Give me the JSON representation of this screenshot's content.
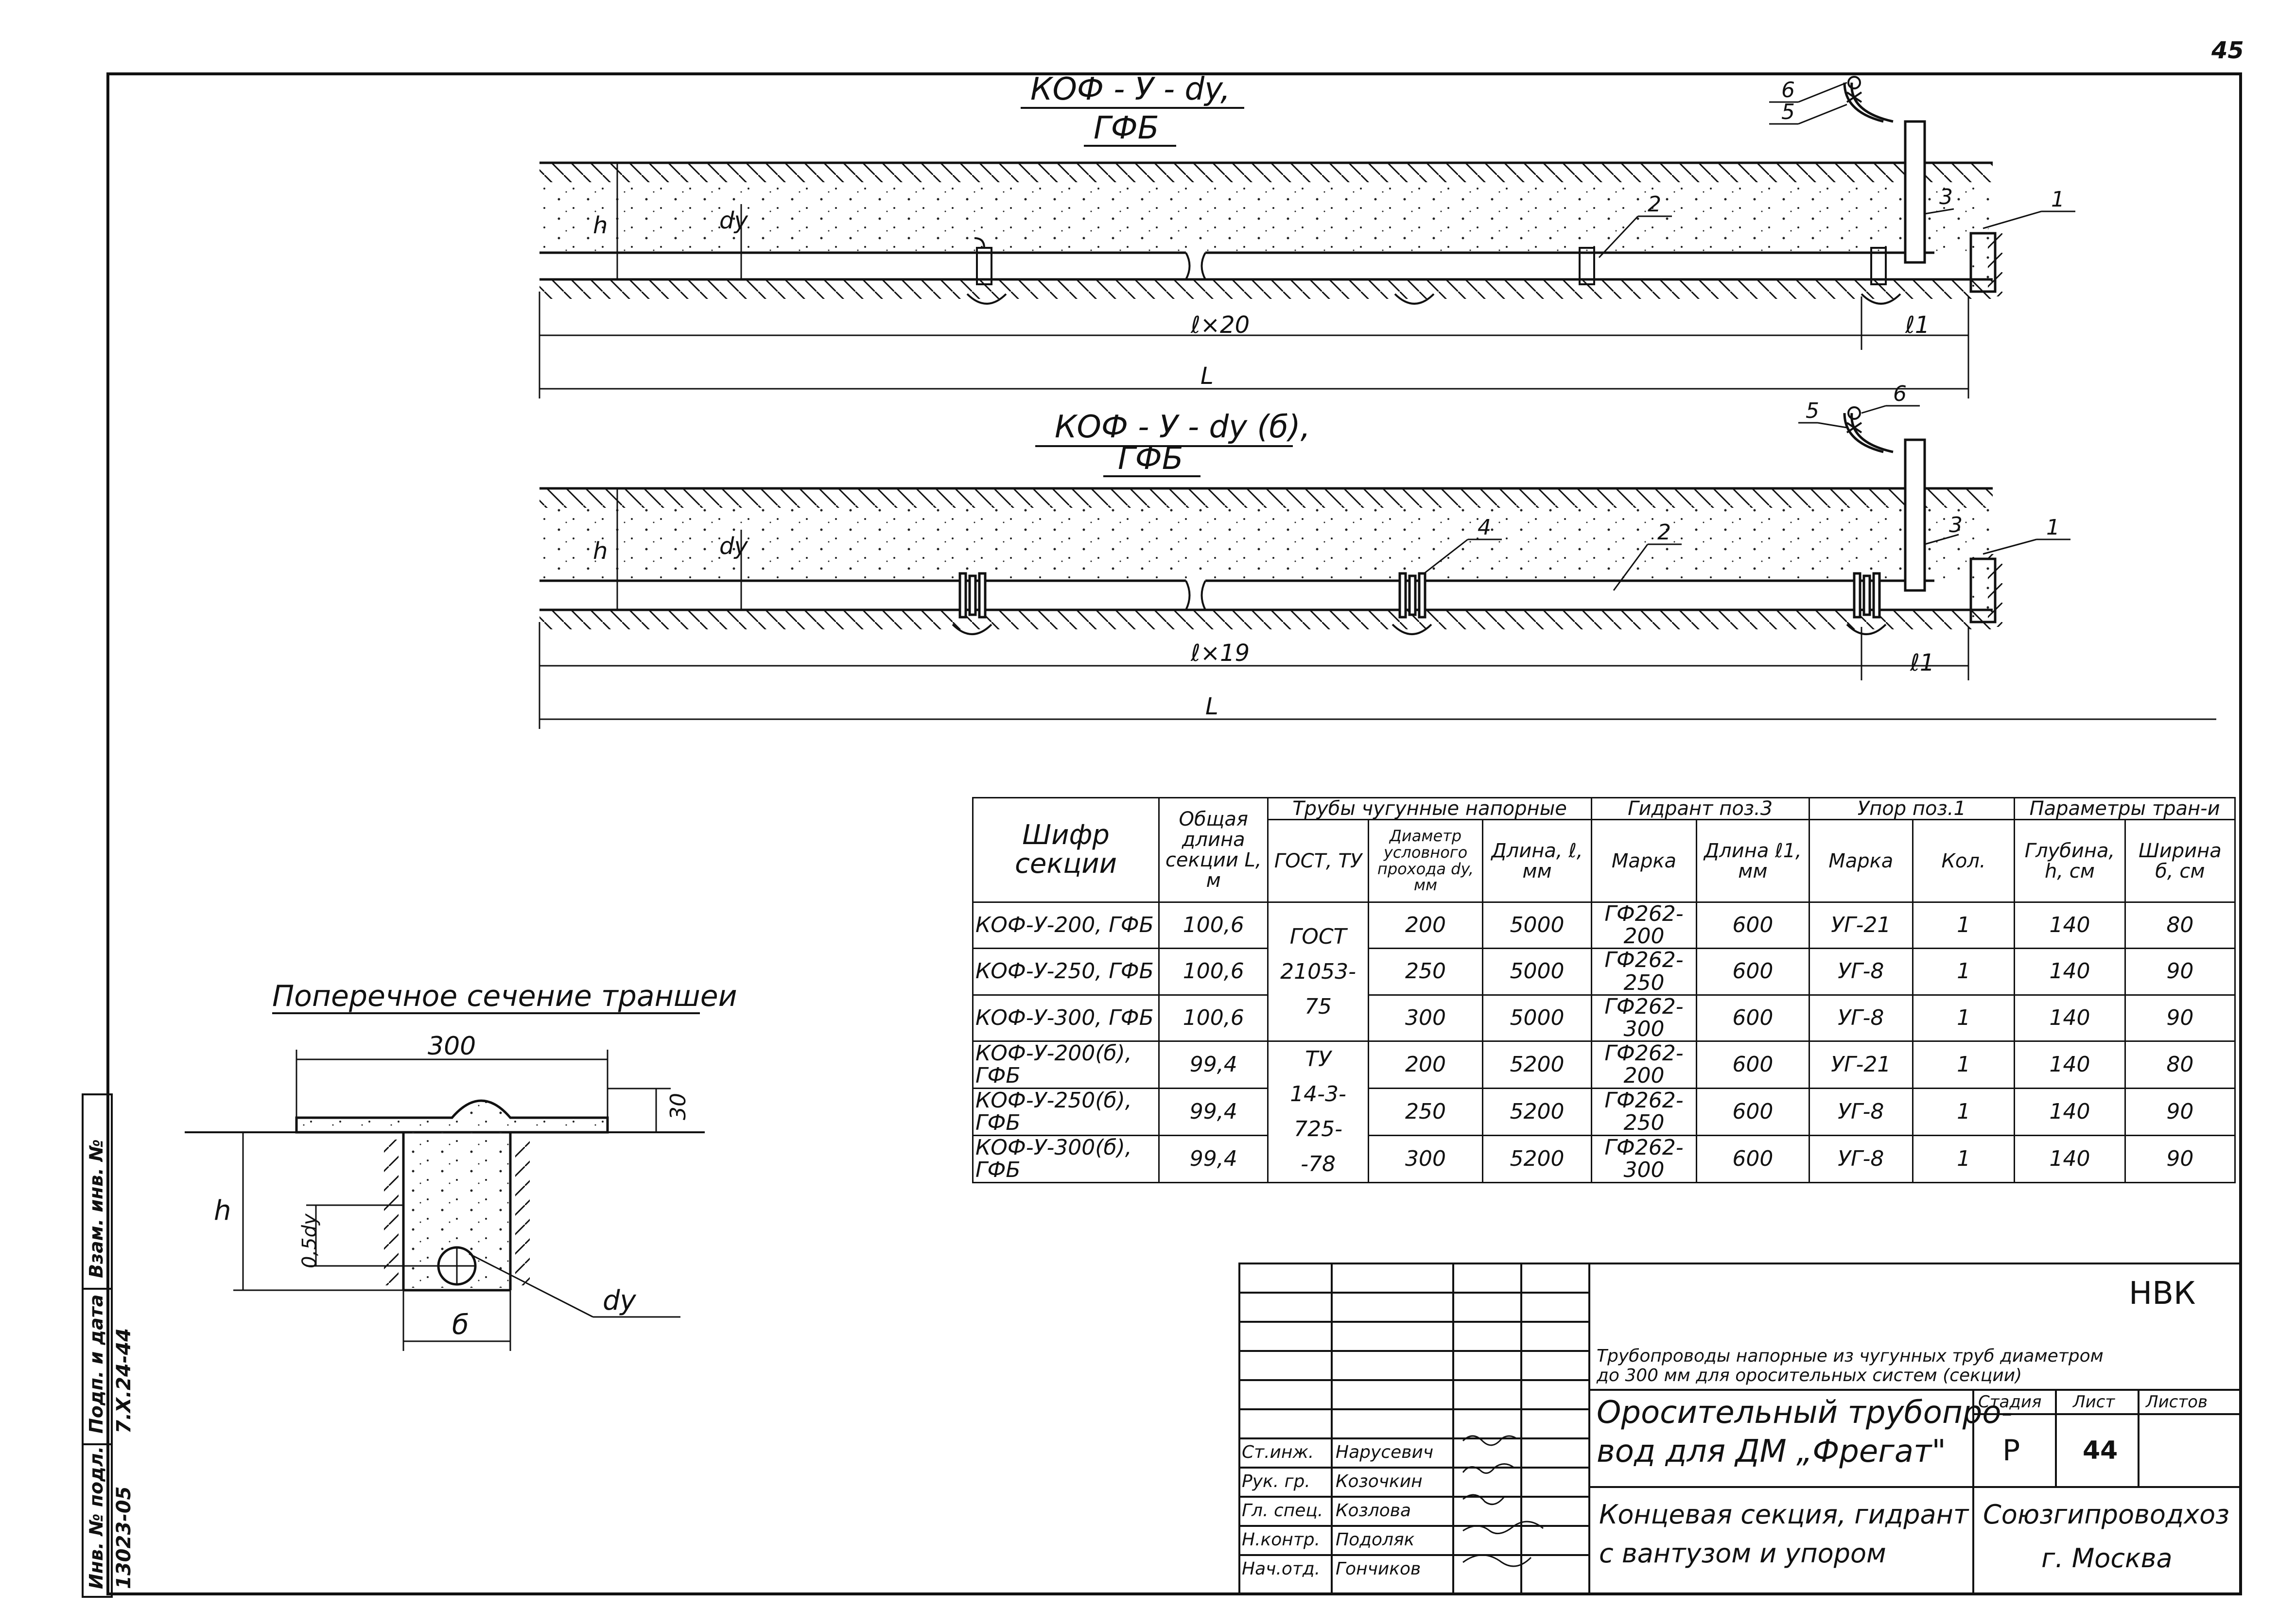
{
  "sheet": {
    "page_number": "45",
    "colors": {
      "ink": "#111111",
      "paper": "#ffffff"
    }
  },
  "section1": {
    "title_line1": "КОФ - У - dy,",
    "title_line2": "ГФБ",
    "label_h": "h",
    "label_dy": "dy",
    "dim_l": "ℓ×20",
    "dim_l1": "ℓ1",
    "dim_L": "L",
    "callouts": [
      "1",
      "2",
      "3",
      "5",
      "6"
    ]
  },
  "section2": {
    "title_line1": "КОФ - У - dy (б),",
    "title_line2": "ГФБ",
    "label_h": "h",
    "label_dy": "dy",
    "dim_l": "ℓ×19",
    "dim_l1": "ℓ1",
    "dim_L": "L",
    "callouts": [
      "1",
      "2",
      "3",
      "4",
      "5",
      "6"
    ]
  },
  "cross_section": {
    "title": "Поперечное сечение траншеи",
    "dim_300": "300",
    "dim_30": "30",
    "dim_h": "h",
    "dim_05dy": "0,5dy",
    "dim_b": "б",
    "label_dy": "dy"
  },
  "spec_table": {
    "headers": {
      "code": "Шифр секции",
      "total_length": "Общая длина секции L, м",
      "pipes_group": "Трубы чугунные напорные",
      "gost": "ГОСТ, ТУ",
      "diameter": "Диаметр условного прохода dy, мм",
      "pipe_length": "Длина, ℓ, мм",
      "hydrant_group": "Гидрант поз.3",
      "hydrant_mark": "Марка",
      "hydrant_length": "Длина ℓ1, мм",
      "stop_group": "Упор поз.1",
      "stop_mark": "Марка",
      "stop_qty": "Кол.",
      "trench_group": "Параметры тран-и",
      "depth": "Глубина, h, см",
      "width": "Ширина б, см"
    },
    "group1": {
      "gost_line1": "ГОСТ",
      "gost_line2": "21053-75",
      "rows": [
        {
          "code": "КОФ-У-200, ГФБ",
          "L": "100,6",
          "dy": "200",
          "l": "5000",
          "hydrant": "ГФ262-200",
          "l1": "600",
          "stop": "УГ-21",
          "qty": "1",
          "h": "140",
          "b": "80"
        },
        {
          "code": "КОФ-У-250, ГФБ",
          "L": "100,6",
          "dy": "250",
          "l": "5000",
          "hydrant": "ГФ262-250",
          "l1": "600",
          "stop": "УГ-8",
          "qty": "1",
          "h": "140",
          "b": "90"
        },
        {
          "code": "КОФ-У-300, ГФБ",
          "L": "100,6",
          "dy": "300",
          "l": "5000",
          "hydrant": "ГФ262-300",
          "l1": "600",
          "stop": "УГ-8",
          "qty": "1",
          "h": "140",
          "b": "90"
        }
      ]
    },
    "group2": {
      "gost_line1": "ТУ",
      "gost_line2": "14-3-725-",
      "gost_line3": "-78",
      "rows": [
        {
          "code": "КОФ-У-200(б), ГФБ",
          "L": "99,4",
          "dy": "200",
          "l": "5200",
          "hydrant": "ГФ262-200",
          "l1": "600",
          "stop": "УГ-21",
          "qty": "1",
          "h": "140",
          "b": "80"
        },
        {
          "code": "КОФ-У-250(б), ГФБ",
          "L": "99,4",
          "dy": "250",
          "l": "5200",
          "hydrant": "ГФ262-250",
          "l1": "600",
          "stop": "УГ-8",
          "qty": "1",
          "h": "140",
          "b": "90"
        },
        {
          "code": "КОФ-У-300(б), ГФБ",
          "L": "99,4",
          "dy": "300",
          "l": "5200",
          "hydrant": "ГФ262-300",
          "l1": "600",
          "stop": "УГ-8",
          "qty": "1",
          "h": "140",
          "b": "90"
        }
      ]
    }
  },
  "title_block": {
    "code": "НВК",
    "project_line1": "Трубопроводы напорные из чугунных труб диаметром",
    "project_line2": "до 300 мм для оросительных систем (секции)",
    "drawing_title_line1": "Оросительный трубопро-",
    "drawing_title_line2": "вод для ДМ „Фрегат\"",
    "sheet_title_line1": "Концевая секция, гидрант",
    "sheet_title_line2": "с вантузом и упором",
    "organization_line1": "Союзгипроводхоз",
    "organization_line2": "г. Москва",
    "stage_label": "Стадия",
    "sheet_label": "Лист",
    "sheets_label": "Листов",
    "stage_value": "Р",
    "sheet_value": "44",
    "sheets_value": "",
    "signatures": [
      {
        "role": "Ст.инж.",
        "name": "Нарусевич"
      },
      {
        "role": "Рук. гр.",
        "name": "Козочкин"
      },
      {
        "role": "Гл. спец.",
        "name": "Козлова"
      },
      {
        "role": "Н.контр.",
        "name": "Подоляк"
      },
      {
        "role": "Нач.отд.",
        "name": "Гончиков"
      }
    ]
  },
  "stamp": {
    "inv_label": "Инв. № подл.",
    "inv_value": "13023-05",
    "sign_label": "Подп. и дата",
    "sign_value": "7.X.24-44",
    "replace_label": "Взам. инв. №"
  }
}
